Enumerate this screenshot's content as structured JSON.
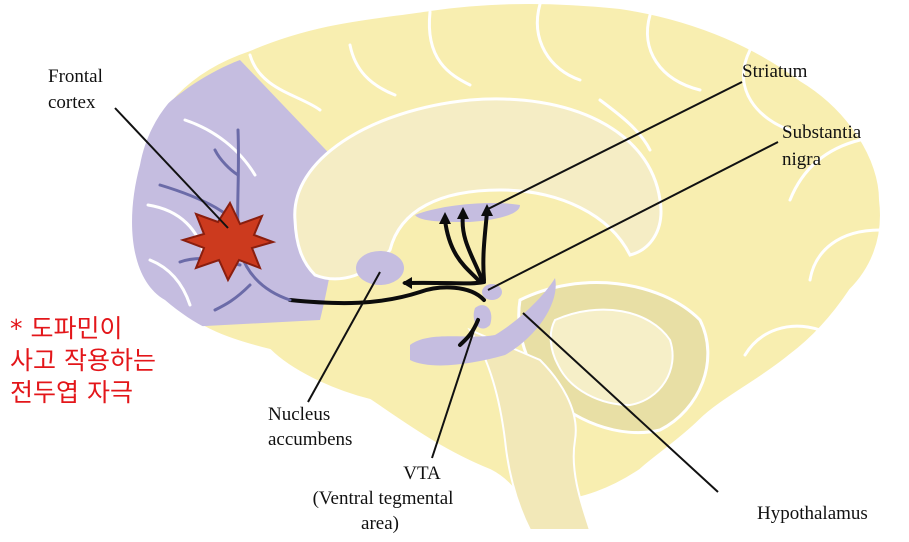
{
  "labels": {
    "frontal_cortex": [
      "Frontal",
      "cortex"
    ],
    "striatum": "Striatum",
    "substantia_nigra": [
      "Substantia",
      "nigra"
    ],
    "nucleus_accumbens": [
      "Nucleus",
      "accumbens"
    ],
    "vta": [
      "VTA",
      "(Ventral tegmental",
      "area)"
    ],
    "hypothalamus": "Hypothalamus"
  },
  "annotation": [
    "* 도파민이",
    "사고 작용하는",
    "전두엽 자극"
  ],
  "colors": {
    "brain_fill": "#f8eeb0",
    "inner_fill": "#f5edc5",
    "stem_fill": "#e8dfa5",
    "lobe_highlight": "#c5bde0",
    "pathway": "#0c0c0c",
    "outline": "#ffffff",
    "burst_fill": "#cc3a1e",
    "burst_stroke": "#8a1e0e",
    "annotation_text": "#e3161a"
  },
  "icons": {
    "stimulus": "starburst-icon"
  }
}
